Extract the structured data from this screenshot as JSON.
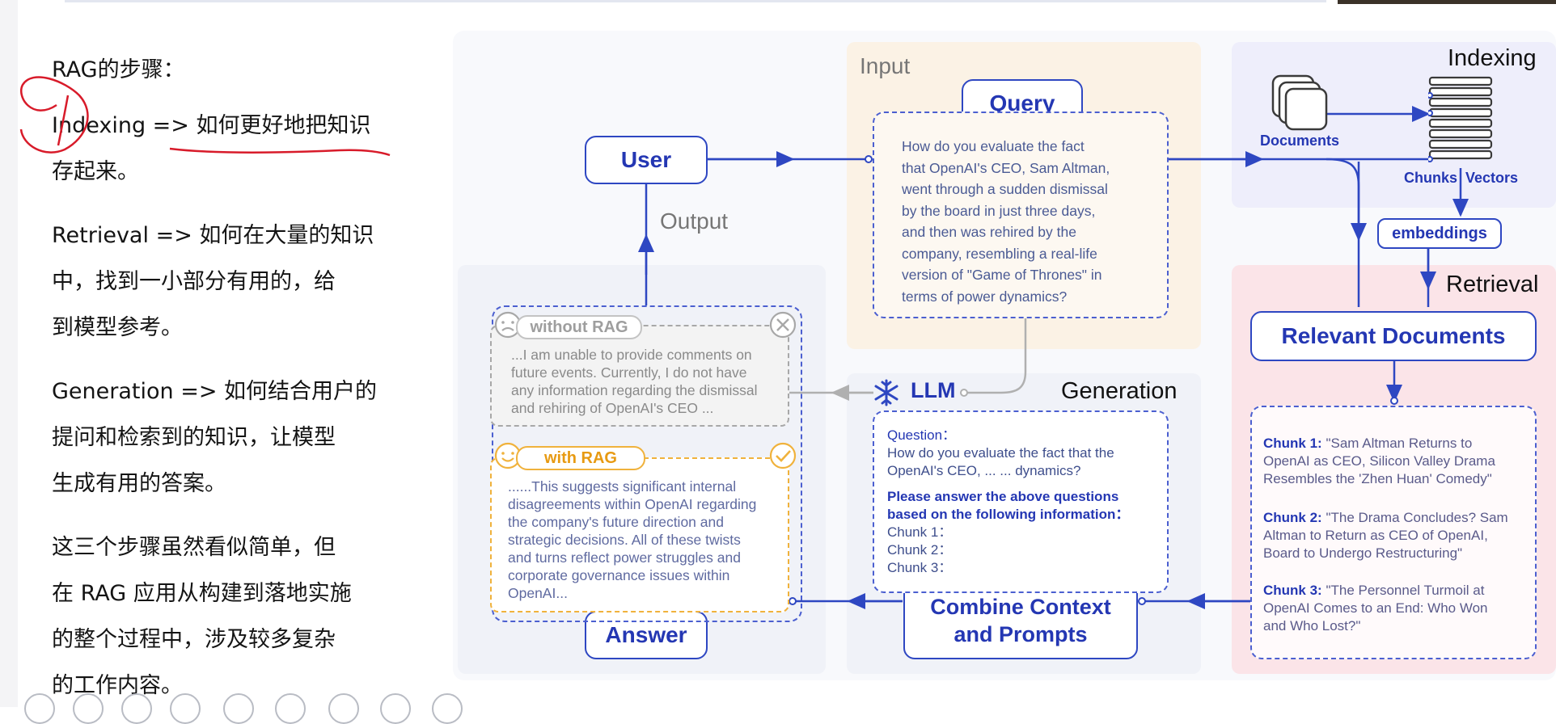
{
  "notes": {
    "title": "RAG的步骤：",
    "indexing_line1": "Indexing => 如何更好地把知识",
    "indexing_line2": "存起来。",
    "retrieval_line1": "Retrieval => 如何在大量的知识",
    "retrieval_line2": "中，找到一小部分有用的，给",
    "retrieval_line3": "到模型参考。",
    "generation_line1": "Generation => 如何结合用户的",
    "generation_line2": "提问和检索到的知识，让模型",
    "generation_line3": "生成有用的答案。",
    "summary_line1": "这三个步骤虽然看似简单，但",
    "summary_line2": "在 RAG 应用从构建到落地实施",
    "summary_line3": "的整个过程中，涉及较多复杂",
    "summary_line4": "的工作内容。"
  },
  "diagram": {
    "sections": {
      "input": "Input",
      "indexing": "Indexing",
      "output": "Output",
      "retrieval": "Retrieval",
      "generation": "Generation"
    },
    "nodes": {
      "user": "User",
      "query": "Query",
      "llm": "LLM",
      "answer": "Answer",
      "combine_line1": "Combine Context",
      "combine_line2": "and Prompts",
      "relevant_documents": "Relevant Documents",
      "embeddings": "embeddings",
      "documents": "Documents",
      "chunks": "Chunks",
      "vectors": "Vectors"
    },
    "query_text": [
      "How do you evaluate the fact",
      "that OpenAI's CEO, Sam Altman,",
      "went through a sudden dismissal",
      "by the board in just three days,",
      "and then was rehired by the",
      "company, resembling a real-life",
      "version of \"Game of Thrones\" in",
      "terms of power dynamics?"
    ],
    "generation_prompt": {
      "question_label": "Question：",
      "question_line1": "How do you evaluate the fact that the",
      "question_line2": "OpenAI's CEO, ... ... dynamics?",
      "instruction_line1": "Please answer the above questions",
      "instruction_line2": "based on the following information：",
      "chunk1": "Chunk 1：",
      "chunk2": "Chunk 2：",
      "chunk3": "Chunk 3："
    },
    "chunks": [
      {
        "label": "Chunk 1:",
        "text_line1": " \"Sam Altman Returns to",
        "text_line2": "OpenAI as CEO, Silicon Valley Drama",
        "text_line3": "Resembles the 'Zhen Huan' Comedy\""
      },
      {
        "label": "Chunk 2:",
        "text_line1": " \"The Drama Concludes? Sam",
        "text_line2": "Altman to Return as CEO of OpenAI,",
        "text_line3": "Board to Undergo Restructuring\""
      },
      {
        "label": "Chunk 3:",
        "text_line1": " \"The Personnel Turmoil at",
        "text_line2": "OpenAI Comes to an End: Who Won",
        "text_line3": "and Who Lost?\""
      }
    ],
    "responses": {
      "without_label": "without RAG",
      "without_lines": [
        "...I am unable to provide comments on",
        "future events. Currently, I do not have",
        "any information regarding the dismissal",
        "and rehiring of OpenAI's CEO ..."
      ],
      "with_label": "with RAG",
      "with_lines": [
        "......This suggests significant internal",
        "disagreements within OpenAI regarding",
        "the company's future direction and",
        "strategic decisions. All of these twists",
        "and turns reflect power struggles and",
        "corporate governance issues within",
        "OpenAI..."
      ]
    },
    "colors": {
      "accent_blue": "#2e47c2",
      "with_rag_orange": "#f0b23c",
      "without_rag_gray": "#a8a8a8",
      "annotation_red": "#d81b2a"
    }
  }
}
